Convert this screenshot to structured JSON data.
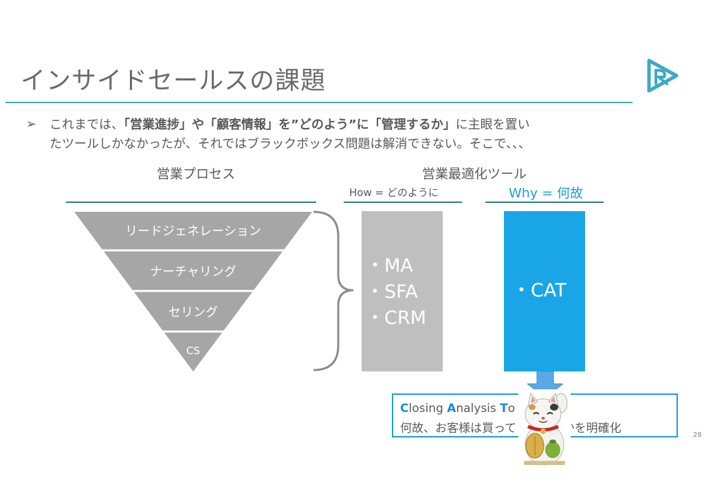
{
  "slide": {
    "title": "インサイドセールスの課題",
    "bullet_mark": "➢",
    "body": {
      "line1_part1": "これまでは、",
      "line1_bold": "「営業進捗」や「顧客情報」を”どのよう”に「管理するか」",
      "line1_part2": "に主眼を置い",
      "line2": "たツールしかなかったが、それではブラックボックス問題は解消できない。そこで、、、"
    },
    "page_number": "28"
  },
  "left_column": {
    "heading": "営業プロセス",
    "funnel": [
      {
        "label": "リードジェネレーション"
      },
      {
        "label": "ナーチャリング"
      },
      {
        "label": "セリング"
      },
      {
        "label": "CS"
      }
    ],
    "colors": {
      "funnel_fill": "#a6a6a6",
      "separator": "#ffffff"
    }
  },
  "tools_column": {
    "heading": "営業最適化ツール",
    "how_label": "How = どのように",
    "why_label": "Why = 何故",
    "how_items": [
      "・MA",
      "・SFA",
      "・CRM"
    ],
    "why_items": [
      "・CAT"
    ],
    "colors": {
      "gray_box": "#bfbfbf",
      "blue_box": "#1aa6e6",
      "accent": "#1a9fd9"
    }
  },
  "callout": {
    "letter_c": "C",
    "word_c": "losing ",
    "letter_a": "A",
    "word_a": "nalysis ",
    "letter_t": "T",
    "word_t": "o",
    "line2": "何故、お客様は買ってくれるのかを明確化"
  },
  "icons": {
    "logo": "brand-logo-icon",
    "arrow": "arrow-down-icon",
    "brace": "curly-brace-icon",
    "mascot": "maneki-neko-icon"
  }
}
